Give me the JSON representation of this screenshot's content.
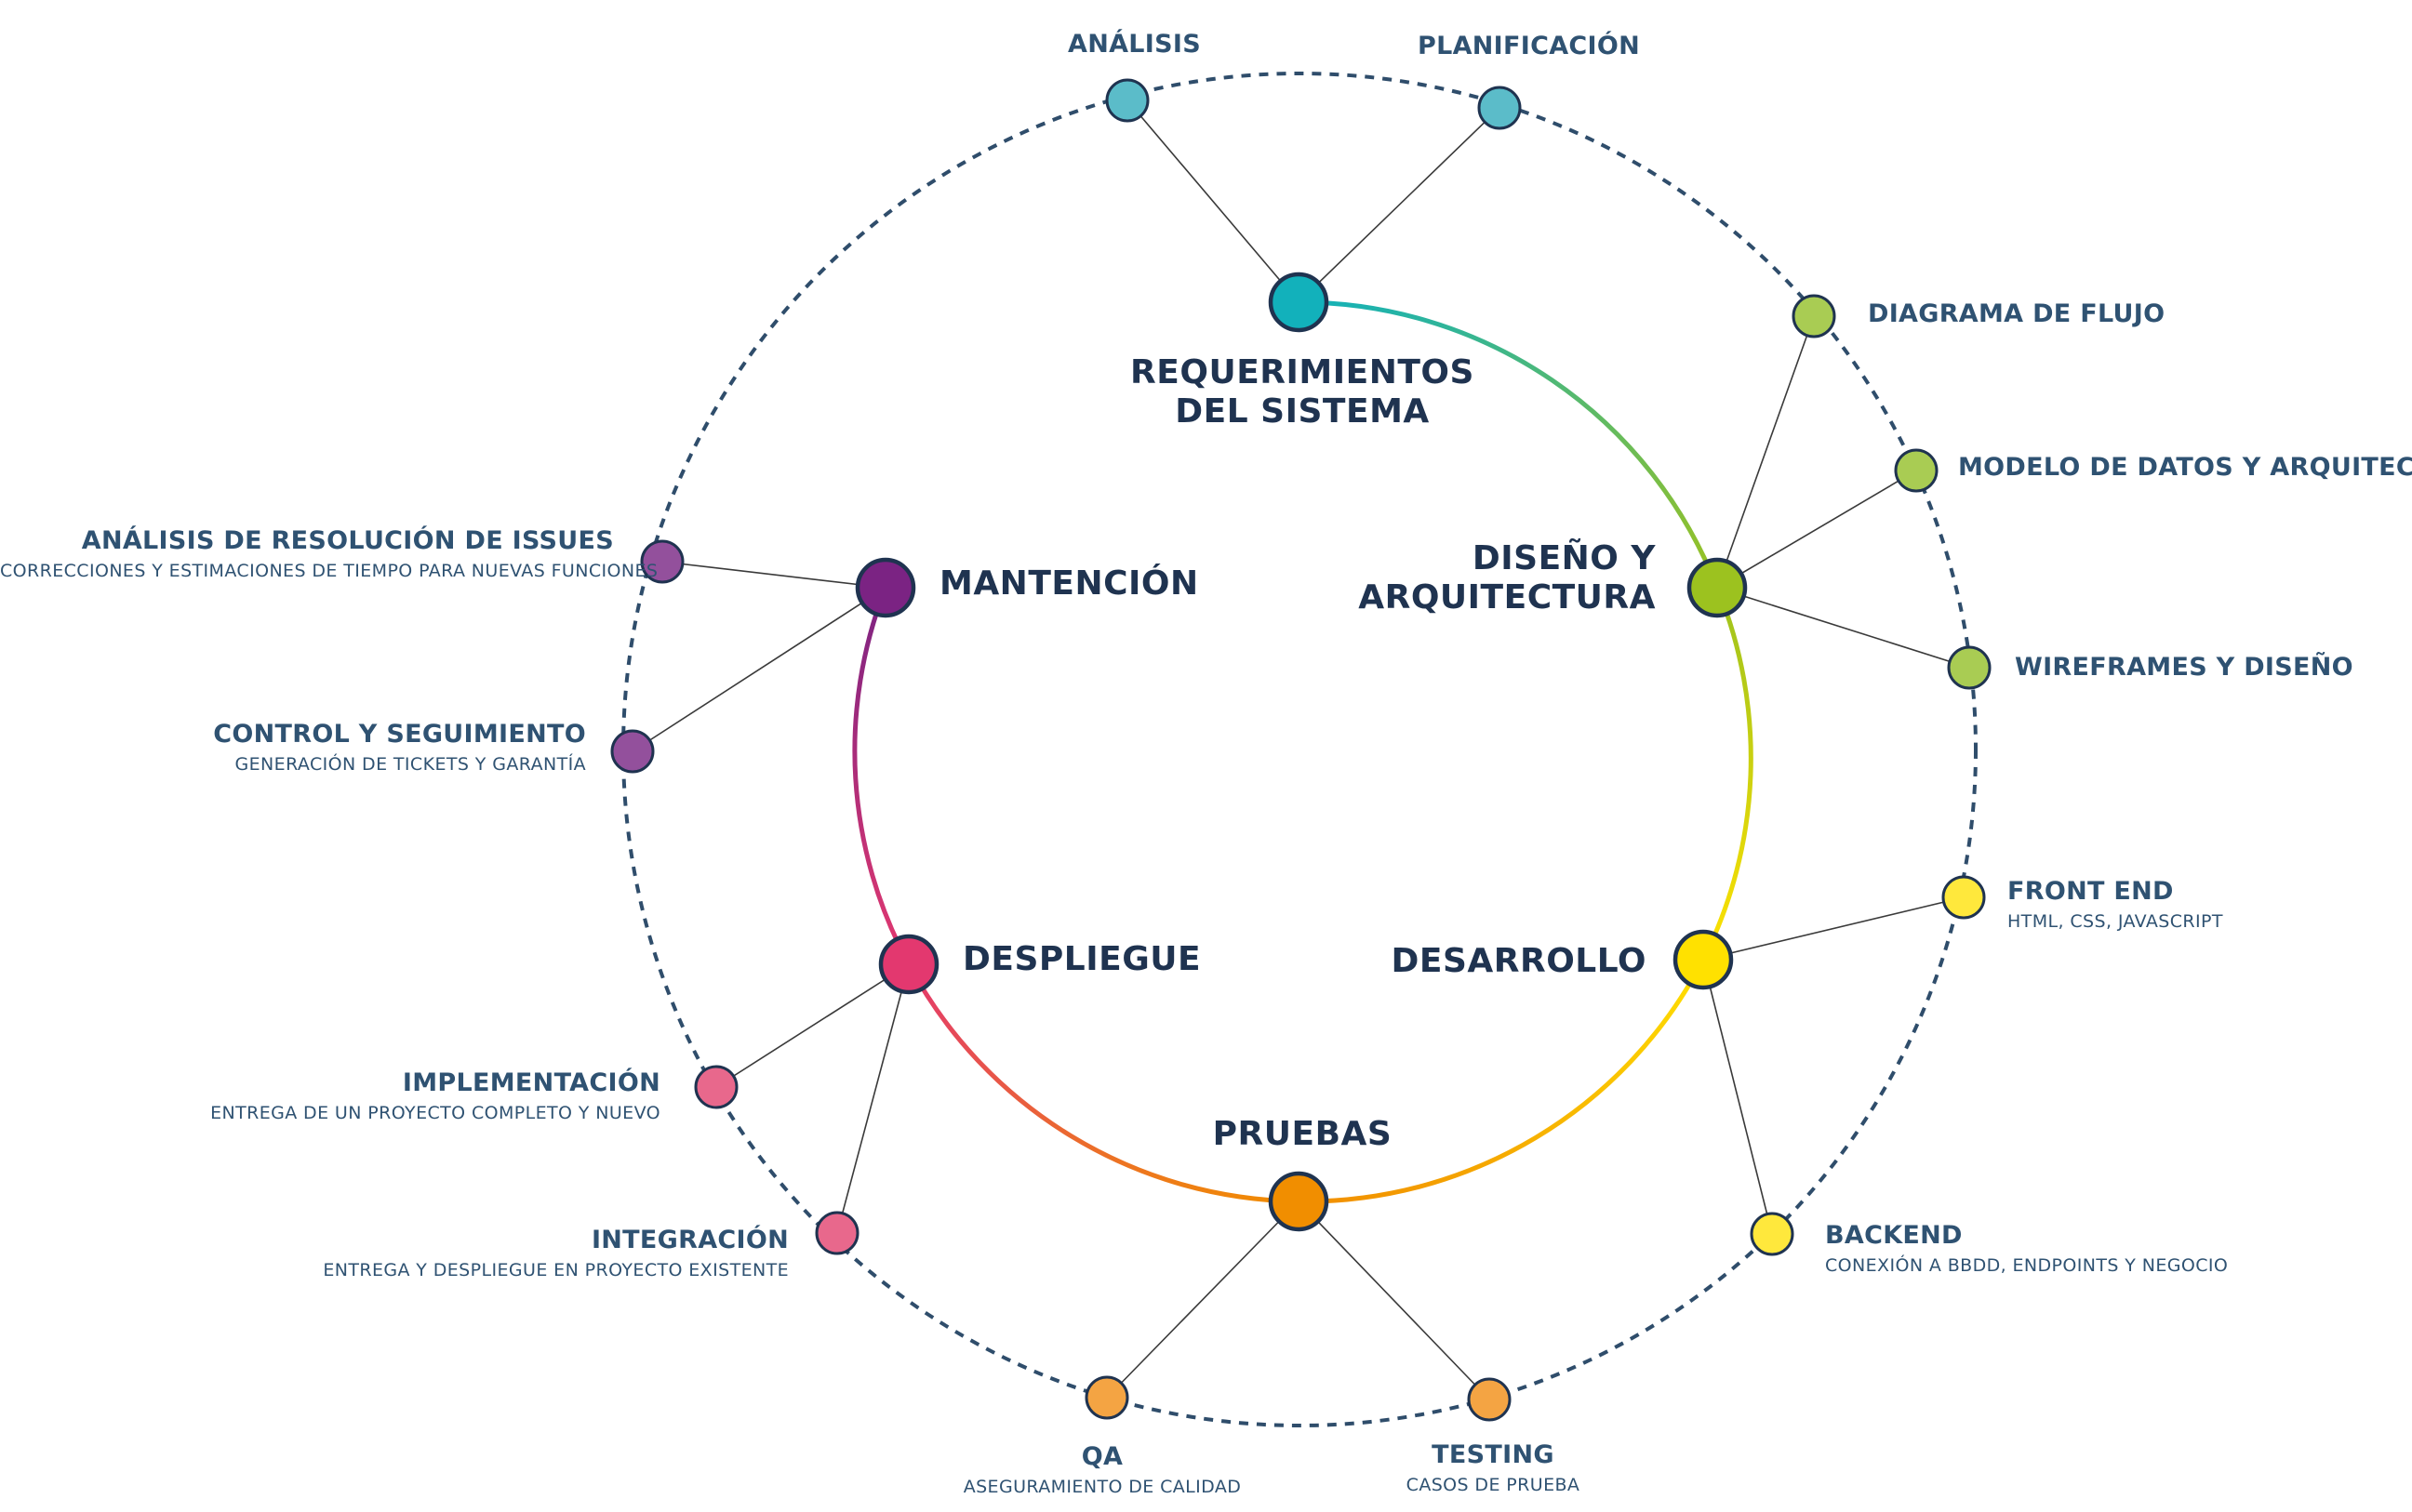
{
  "colors": {
    "teal": "#12b1bb",
    "green": "#9cc21f",
    "yellow": "#ffe100",
    "orange": "#f18e00",
    "pink": "#e3386f",
    "purple": "#7b2383",
    "navy": "#1f3350",
    "dash": "#2f4d6b"
  },
  "phases": {
    "requerimientos": "REQUERIMIENTOS\nDEL SISTEMA",
    "diseno": "DISEÑO Y\nARQUITECTURA",
    "desarrollo": "DESARROLLO",
    "pruebas": "PRUEBAS",
    "despliegue": "DESPLIEGUE",
    "mantencion": "MANTENCIÓN"
  },
  "subs": {
    "analisis": {
      "title": "ANÁLISIS"
    },
    "planificacion": {
      "title": "PLANIFICACIÓN"
    },
    "diagrama": {
      "title": "DIAGRAMA DE FLUJO"
    },
    "modelo": {
      "title": "MODELO DE DATOS Y ARQUITECTURA"
    },
    "wireframes": {
      "title": "WIREFRAMES Y DISEÑO"
    },
    "frontend": {
      "title": "FRONT END",
      "desc": "HTML, CSS, JAVASCRIPT"
    },
    "backend": {
      "title": "BACKEND",
      "desc": "CONEXIÓN A BBDD, ENDPOINTS Y NEGOCIO"
    },
    "testing": {
      "title": "TESTING",
      "desc": "CASOS DE PRUEBA"
    },
    "qa": {
      "title": "QA",
      "desc": "ASEGURAMIENTO DE CALIDAD"
    },
    "integracion": {
      "title": "INTEGRACIÓN",
      "desc": "ENTREGA Y DESPLIEGUE EN PROYECTO  EXISTENTE"
    },
    "implementacion": {
      "title": "IMPLEMENTACIÓN",
      "desc": "ENTREGA DE UN PROYECTO COMPLETO Y NUEVO"
    },
    "control": {
      "title": "CONTROL Y SEGUIMIENTO",
      "desc": "GENERACIÓN DE TICKETS Y GARANTÍA"
    },
    "issues": {
      "title": "ANÁLISIS DE RESOLUCIÓN DE ISSUES",
      "desc": "CORRECCIONES Y ESTIMACIONES DE TIEMPO PARA NUEVAS FUNCIONES"
    }
  }
}
